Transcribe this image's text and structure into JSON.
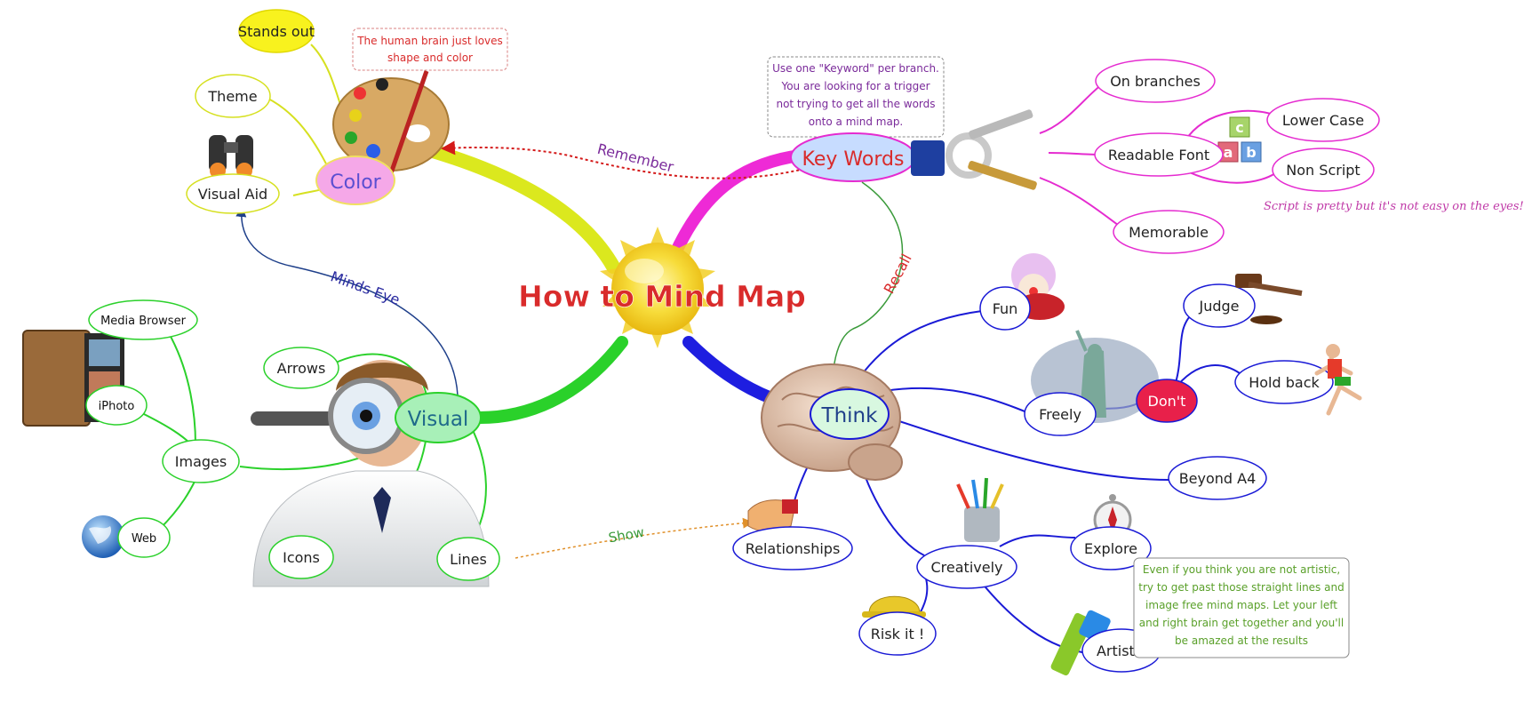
{
  "title": "How to Mind Map",
  "colors": {
    "title": "#d92b2b",
    "color_branch": "#d6e020",
    "keywords_branch": "#e52bd0",
    "visual_branch": "#2bd12b",
    "think_branch": "#1a1ad6"
  },
  "nodes": {
    "color": "Color",
    "stands_out": "Stands out",
    "theme": "Theme",
    "visual_aid": "Visual Aid",
    "key_words": "Key Words",
    "on_branches": "On branches",
    "readable_font": "Readable Font",
    "lower_case": "Lower Case",
    "non_script": "Non Script",
    "memorable": "Memorable",
    "visual": "Visual",
    "arrows": "Arrows",
    "media_browser": "Media Browser",
    "iphoto": "iPhoto",
    "images": "Images",
    "web": "Web",
    "icons": "Icons",
    "lines": "Lines",
    "think": "Think",
    "fun": "Fun",
    "judge": "Judge",
    "hold_back": "Hold back",
    "dont": "Don't",
    "freely": "Freely",
    "beyond_a4": "Beyond A4",
    "relationships": "Relationships",
    "creatively": "Creatively",
    "explore": "Explore",
    "risk_it": "Risk it !",
    "artistic": "Artistic"
  },
  "notes": {
    "color_note": [
      "The human brain just loves",
      "shape and color"
    ],
    "keyword_note": [
      "Use one \"Keyword\" per branch.",
      "You are looking for a trigger",
      "not trying to get all the words",
      "onto a mind map."
    ],
    "script_note": "Script is pretty but it's not easy on the eyes!",
    "artistic_note": [
      "Even if you think you are not artistic,",
      "try to get past those straight lines and",
      "image free mind maps. Let your left",
      "and right brain get together and you'll",
      "be amazed at the results"
    ]
  },
  "relations": {
    "remember": "Remember",
    "recall": "Recall",
    "minds_eye": "Minds Eye",
    "show": "Show"
  },
  "icons": [
    "sun-icon",
    "paint-palette-icon",
    "binoculars-icon",
    "keys-icon",
    "letter-blocks-icon",
    "photo-album-icon",
    "globe-icon",
    "magnifier-person-icon",
    "brain-icon",
    "clown-icon",
    "statue-of-liberty-icon",
    "gavel-icon",
    "runner-icon",
    "handshake-icon",
    "pencils-icon",
    "compass-icon",
    "hard-hat-icon",
    "paint-tube-icon"
  ]
}
